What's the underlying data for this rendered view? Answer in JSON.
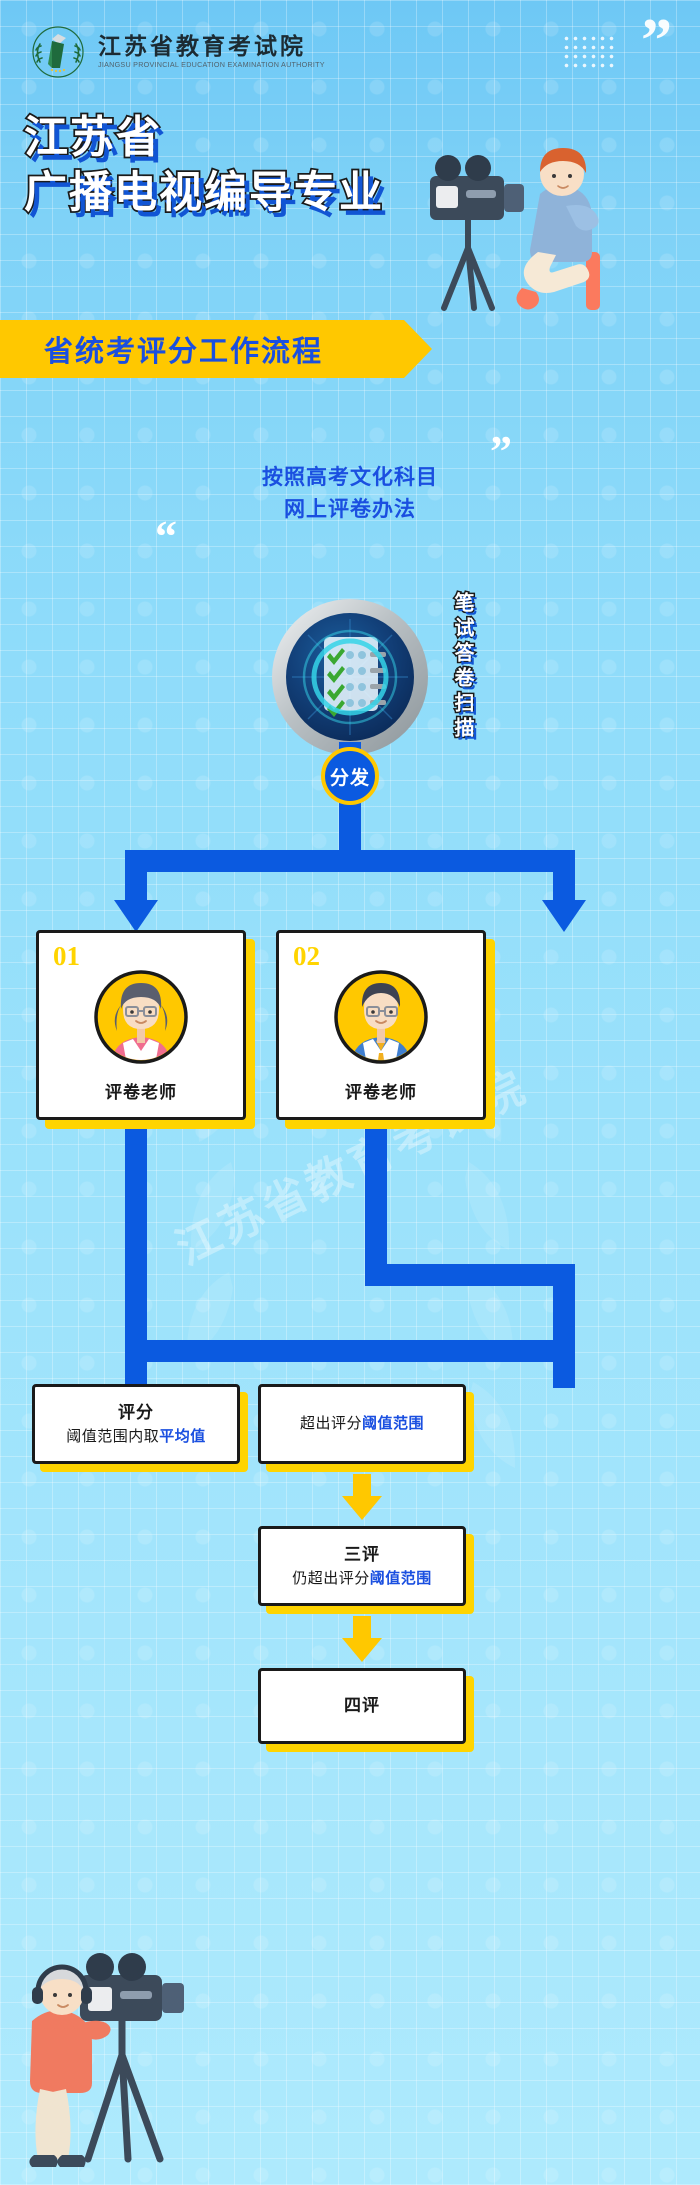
{
  "header": {
    "org_name_cn": "江苏省教育考试院",
    "org_name_en": "JIANGSU PROVINCIAL EDUCATION EXAMINATION AUTHORITY",
    "logo_icon": "laurel-torch-emblem-icon",
    "quote_icon": "quotation-mark-icon"
  },
  "hero": {
    "title_line1": "江苏省",
    "title_line2": "广播电视编导专业",
    "ribbon_text": "省统考评分工作流程",
    "illustration_icon": "person-with-video-camera-icon"
  },
  "flow": {
    "subtitle_line1": "按照高考文化科目",
    "subtitle_line2": "网上评卷办法",
    "quote_left_icon": "quotation-mark-icon",
    "quote_right_icon": "quotation-mark-icon",
    "scan_node": {
      "icon": "scanner-lens-document-icon",
      "vertical_label": "笔试答卷扫描"
    },
    "distribute_badge": "分发",
    "graders": [
      {
        "number": "01",
        "label": "评卷老师",
        "avatar_icon": "female-teacher-avatar-icon"
      },
      {
        "number": "02",
        "label": "评卷老师",
        "avatar_icon": "male-teacher-avatar-icon"
      }
    ],
    "results": {
      "within": {
        "title": "评分",
        "detail_prefix": "阈值范围内取",
        "detail_highlight": "平均值"
      },
      "exceed": {
        "title": "超出评分",
        "title_highlight": "阈值范围"
      },
      "third": {
        "title": "三评",
        "detail_prefix": "仍超出评分",
        "detail_highlight": "阈值范围"
      },
      "fourth": {
        "title": "四评"
      }
    },
    "arrow_icon": "down-arrow-icon",
    "watermark_text": "江苏省教育考试院"
  },
  "footer": {
    "illustration_icon": "photographer-with-tripod-camera-icon"
  },
  "colors": {
    "bg_top": "#6ec8f5",
    "bg_bottom": "#aeeafd",
    "accent_blue": "#0b5ae0",
    "accent_yellow": "#ffc800",
    "shadow_yellow": "#ffd400",
    "ink": "#1a1a1a",
    "white": "#ffffff"
  }
}
